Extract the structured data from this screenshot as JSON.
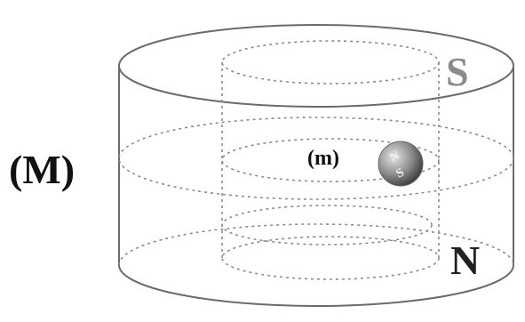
{
  "labels": {
    "outer_magnet": "(M)",
    "inner_magnet": "(m)",
    "top_pole": "S",
    "bottom_pole": "N",
    "ball_north": "N",
    "ball_south": "S"
  },
  "colors": {
    "line": "#6b6b6b",
    "dashed": "#8c8c8c",
    "label_dark": "#111111",
    "label_gray": "#8a8a8a",
    "ball_dark": "#3e3e3e",
    "ball_light": "#d7d7d7"
  }
}
